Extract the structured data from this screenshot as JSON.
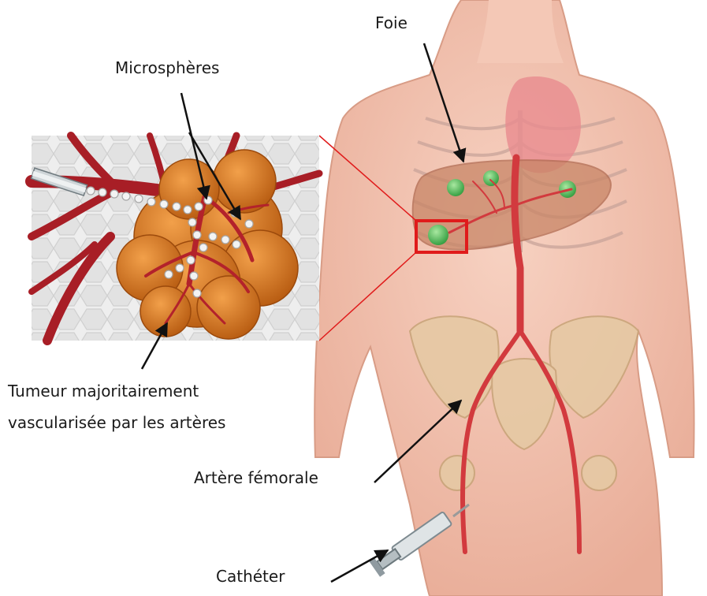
{
  "labels": {
    "liver": "Foie",
    "microspheres": "Microsphères",
    "tumor_line1": "Tumeur majoritairement",
    "tumor_line2": "vascularisée par les artères",
    "femoral_artery": "Artère fémorale",
    "catheter": "Cathéter"
  },
  "colors": {
    "skin": "#f2c3b0",
    "artery": "#c9242a",
    "tumor": "#d9761c",
    "lesion": "#3db04a",
    "highlight_box": "#e01b1b",
    "arrow": "#111111"
  }
}
